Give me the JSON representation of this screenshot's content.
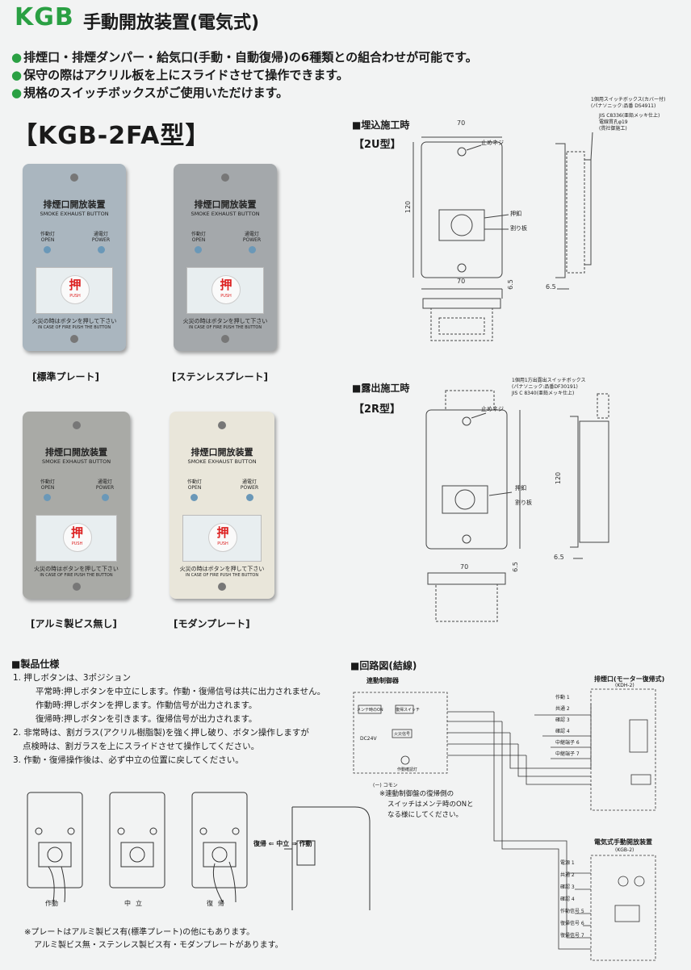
{
  "header": {
    "brand": "KGB",
    "title": "手動開放装置(電気式)"
  },
  "bullets": [
    "排煙口・排煙ダンパー・給気口(手動・自動復帰)の6種類との組合わせが可能です。",
    "保守の際はアクリル板を上にスライドさせて操作できます。",
    "規格のスイッチボックスがご使用いただけます。"
  ],
  "bullet_mark": "●",
  "model": "【KGB-2FA型】",
  "plate_text": {
    "title": "排煙口開放装置",
    "subtitle": "SMOKE EXHAUST BUTTON",
    "left_label": "作動灯",
    "left_sub": "OPEN",
    "right_label": "通電灯",
    "right_sub": "POWER",
    "button": "押",
    "button_sub": "PUSH",
    "footer": "火災の時はボタンを押して下さい",
    "footer_en": "IN CASE OF FIRE PUSH THE BUTTON"
  },
  "plates": [
    {
      "caption": "[標準プレート]",
      "color": "#aab6bf"
    },
    {
      "caption": "[ステンレスプレート]",
      "color": "#a4a8ab"
    },
    {
      "caption": "[アルミ製ビス無し]",
      "color": "#a9aaa6"
    },
    {
      "caption": "[モダンプレート]",
      "color": "#e9e6da"
    }
  ],
  "drawings": {
    "flush": {
      "section": "■埋込施工時",
      "type": "【2U型】",
      "width": "70",
      "height": "120",
      "depth": "6.5",
      "label_screw": "止めネジ",
      "label_push": "押釦",
      "label_glass": "割り板",
      "note1": "1個用スイッチボックス(カバー付)",
      "note2": "(パナソニック:品番 DS4911)",
      "note3": "JIS C8336(亜鉛メッキ仕上)",
      "note4": "電線貫孔φ19",
      "note5": "(貫社御施工)"
    },
    "exposed": {
      "section": "■露出施工時",
      "type": "【2R型】",
      "width": "70",
      "height": "120",
      "depth": "6.5",
      "label_screw": "止めネジ",
      "label_push": "押釦",
      "label_glass": "割り板",
      "note1": "1個用1方出露出スイッチボックス",
      "note2": "(パナソニック:品番DF30191)",
      "note3": "JIS C 8340(亜鉛メッキ仕上)"
    }
  },
  "spec": {
    "section": "■製品仕様",
    "lines": [
      "1. 押しボタンは、3ポジション",
      "平常時:押しボタンを中立にします。作動・復帰信号は共に出力されません。",
      "作動時:押しボタンを押します。作動信号が出力されます。",
      "復帰時:押しボタンを引きます。復帰信号が出力されます。",
      "2. 非常時は、割ガラス(アクリル樹脂製)を強く押し破り、ボタン操作しますが",
      "点検時は、割ガラスを上にスライドさせて操作してください。",
      "3. 作動・復帰操作後は、必ず中立の位置に戻してください。"
    ],
    "pos_labels": [
      "作動",
      "中立",
      "復帰"
    ],
    "side_labels": [
      "復帰",
      "中立",
      "作動"
    ],
    "notes": [
      "※プレートはアルミ製ビス有(標準プレート)の他にもあります。",
      "アルミ製ビス無・ステンレス製ビス有・モダンプレートがあります。"
    ]
  },
  "circuit": {
    "section": "■回路図(結線)",
    "controller": "連動制御器",
    "controller_labels": [
      "メンテ時のON",
      "復帰スイッチ",
      "火災信号",
      "DC24V",
      "作動確認灯",
      "(ー) コモン"
    ],
    "note1": "※連動制御盤の復帰側の",
    "note2": "スイッチはメンテ時のONと",
    "note3": "なる様にしてください。",
    "top_title": "排煙口(モーター復帰式)",
    "top_model": "(KDH-2)",
    "top_terms": [
      "作動 1",
      "共通 2",
      "確認 3",
      "確認 4",
      "中継端子 6",
      "中継端子 7"
    ],
    "bottom_title": "電気式手動開放装置",
    "bottom_model": "(KGB-2)",
    "bottom_terms": [
      "電源 1",
      "共通 2",
      "確認 3",
      "確認 4",
      "作動信号 5",
      "復帰信号 6",
      "復帰信号 7"
    ]
  }
}
